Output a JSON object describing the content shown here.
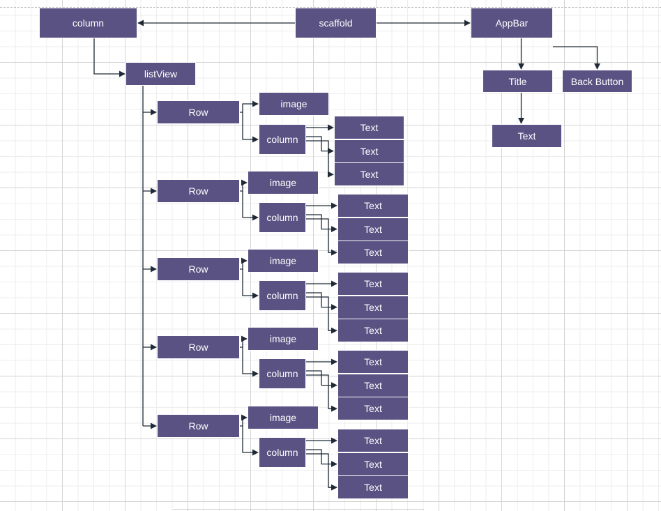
{
  "colors": {
    "node_fill": "#5a5283",
    "node_text": "#ffffff",
    "connector": "#1f2a36"
  },
  "root": {
    "label": "scaffold"
  },
  "body_column": {
    "label": "column"
  },
  "list_view": {
    "label": "listView"
  },
  "app_bar": {
    "label": "AppBar",
    "title": {
      "label": "Title",
      "child": {
        "label": "Text"
      }
    },
    "back_button": {
      "label": "Back Button"
    }
  },
  "rows": [
    {
      "label": "Row",
      "image": "image",
      "column": "column",
      "texts": [
        "Text",
        "Text",
        "Text"
      ]
    },
    {
      "label": "Row",
      "image": "image",
      "column": "column",
      "texts": [
        "Text",
        "Text",
        "Text"
      ]
    },
    {
      "label": "Row",
      "image": "image",
      "column": "column",
      "texts": [
        "Text",
        "Text",
        "Text"
      ]
    },
    {
      "label": "Row",
      "image": "image",
      "column": "column",
      "texts": [
        "Text",
        "Text",
        "Text"
      ]
    },
    {
      "label": "Row",
      "image": "image",
      "column": "column",
      "texts": [
        "Text",
        "Text",
        "Text"
      ]
    }
  ]
}
